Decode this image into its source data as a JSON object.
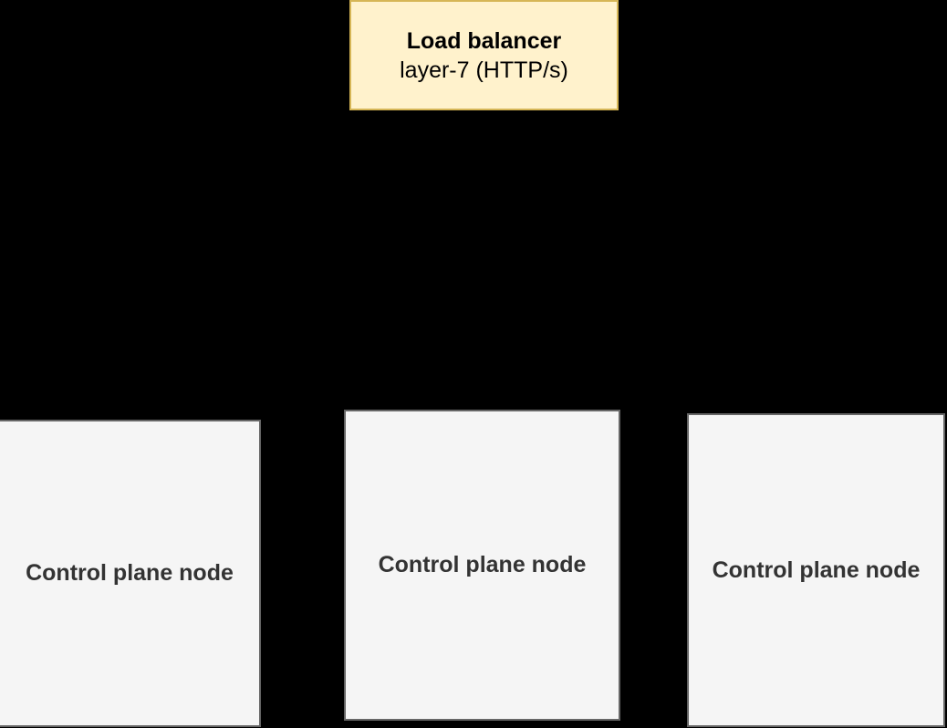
{
  "diagram": {
    "background_color": "#000000",
    "load_balancer": {
      "title": "Load balancer",
      "subtitle": "layer-7 (HTTP/s)",
      "fill_color": "#FFF2CC",
      "border_color": "#D6B656",
      "text_color": "#000000"
    },
    "node_style": {
      "fill_color": "#F5F5F5",
      "border_color": "#666666",
      "text_color": "#333333"
    },
    "control_plane_nodes": [
      {
        "label": "Control plane node"
      },
      {
        "label": "Control plane node"
      },
      {
        "label": "Control plane node"
      }
    ]
  }
}
